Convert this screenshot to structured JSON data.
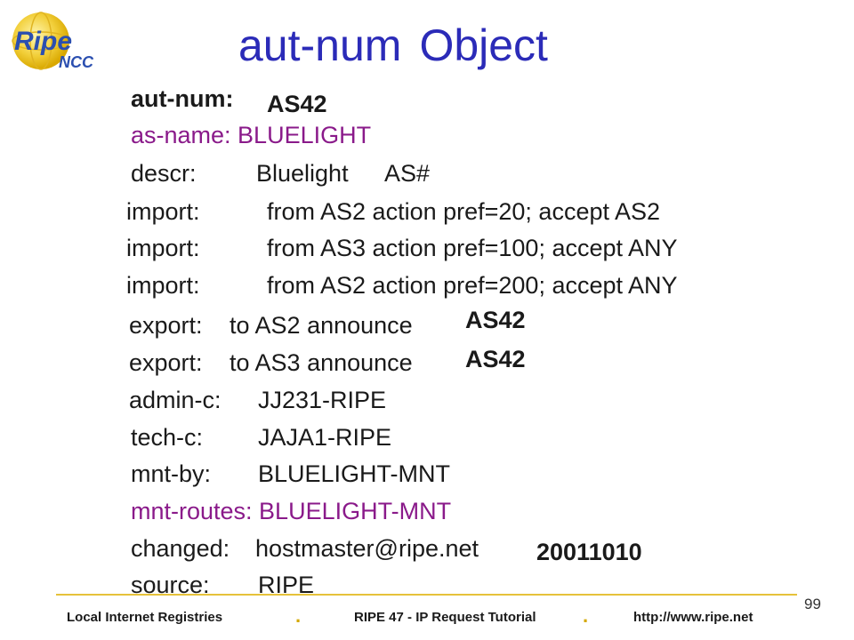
{
  "logo": {
    "primary": "Ripe",
    "secondary": "NCC"
  },
  "title": {
    "part1": "aut-num",
    "part2": "Object"
  },
  "record": {
    "aut_num": {
      "key": "aut-num:",
      "value": "AS42"
    },
    "as_name": "as-name: BLUELIGHT",
    "descr": {
      "key": "descr:",
      "value": "Bluelight",
      "extra": "AS#"
    },
    "import1": {
      "key": "import:",
      "value": "from AS2 action pref=20; accept AS2"
    },
    "import2": {
      "key": "import:",
      "value": "from AS3 action pref=100; accept ANY"
    },
    "import3": {
      "key": "import:",
      "value": "from AS2 action pref=200; accept ANY"
    },
    "export1": {
      "key": "export:",
      "value": "to AS2 announce",
      "as": "AS42"
    },
    "export2": {
      "key": "export:",
      "value": "to AS3 announce",
      "as": "AS42"
    },
    "admin_c": {
      "key": "admin-c:",
      "value": "JJ231-RIPE"
    },
    "tech_c": {
      "key": "tech-c:",
      "value": "JAJA1-RIPE"
    },
    "mnt_by": {
      "key": "mnt-by:",
      "value": "BLUELIGHT-MNT"
    },
    "mnt_routes": "mnt-routes: BLUELIGHT-MNT",
    "changed": {
      "key": "changed:",
      "value": "hostmaster@ripe.net",
      "date": "20011010"
    },
    "source": {
      "key": "source:",
      "value": "RIPE"
    }
  },
  "footer": {
    "left": "Local Internet Registries",
    "center": "RIPE 47 - IP Request Tutorial",
    "right": "http://www.ripe.net",
    "separator": ".",
    "page_number": "99"
  },
  "colors": {
    "title": "#2b2bb8",
    "highlight": "#8a1a8a",
    "rule": "#e6c23a",
    "separator": "#d4a800"
  }
}
